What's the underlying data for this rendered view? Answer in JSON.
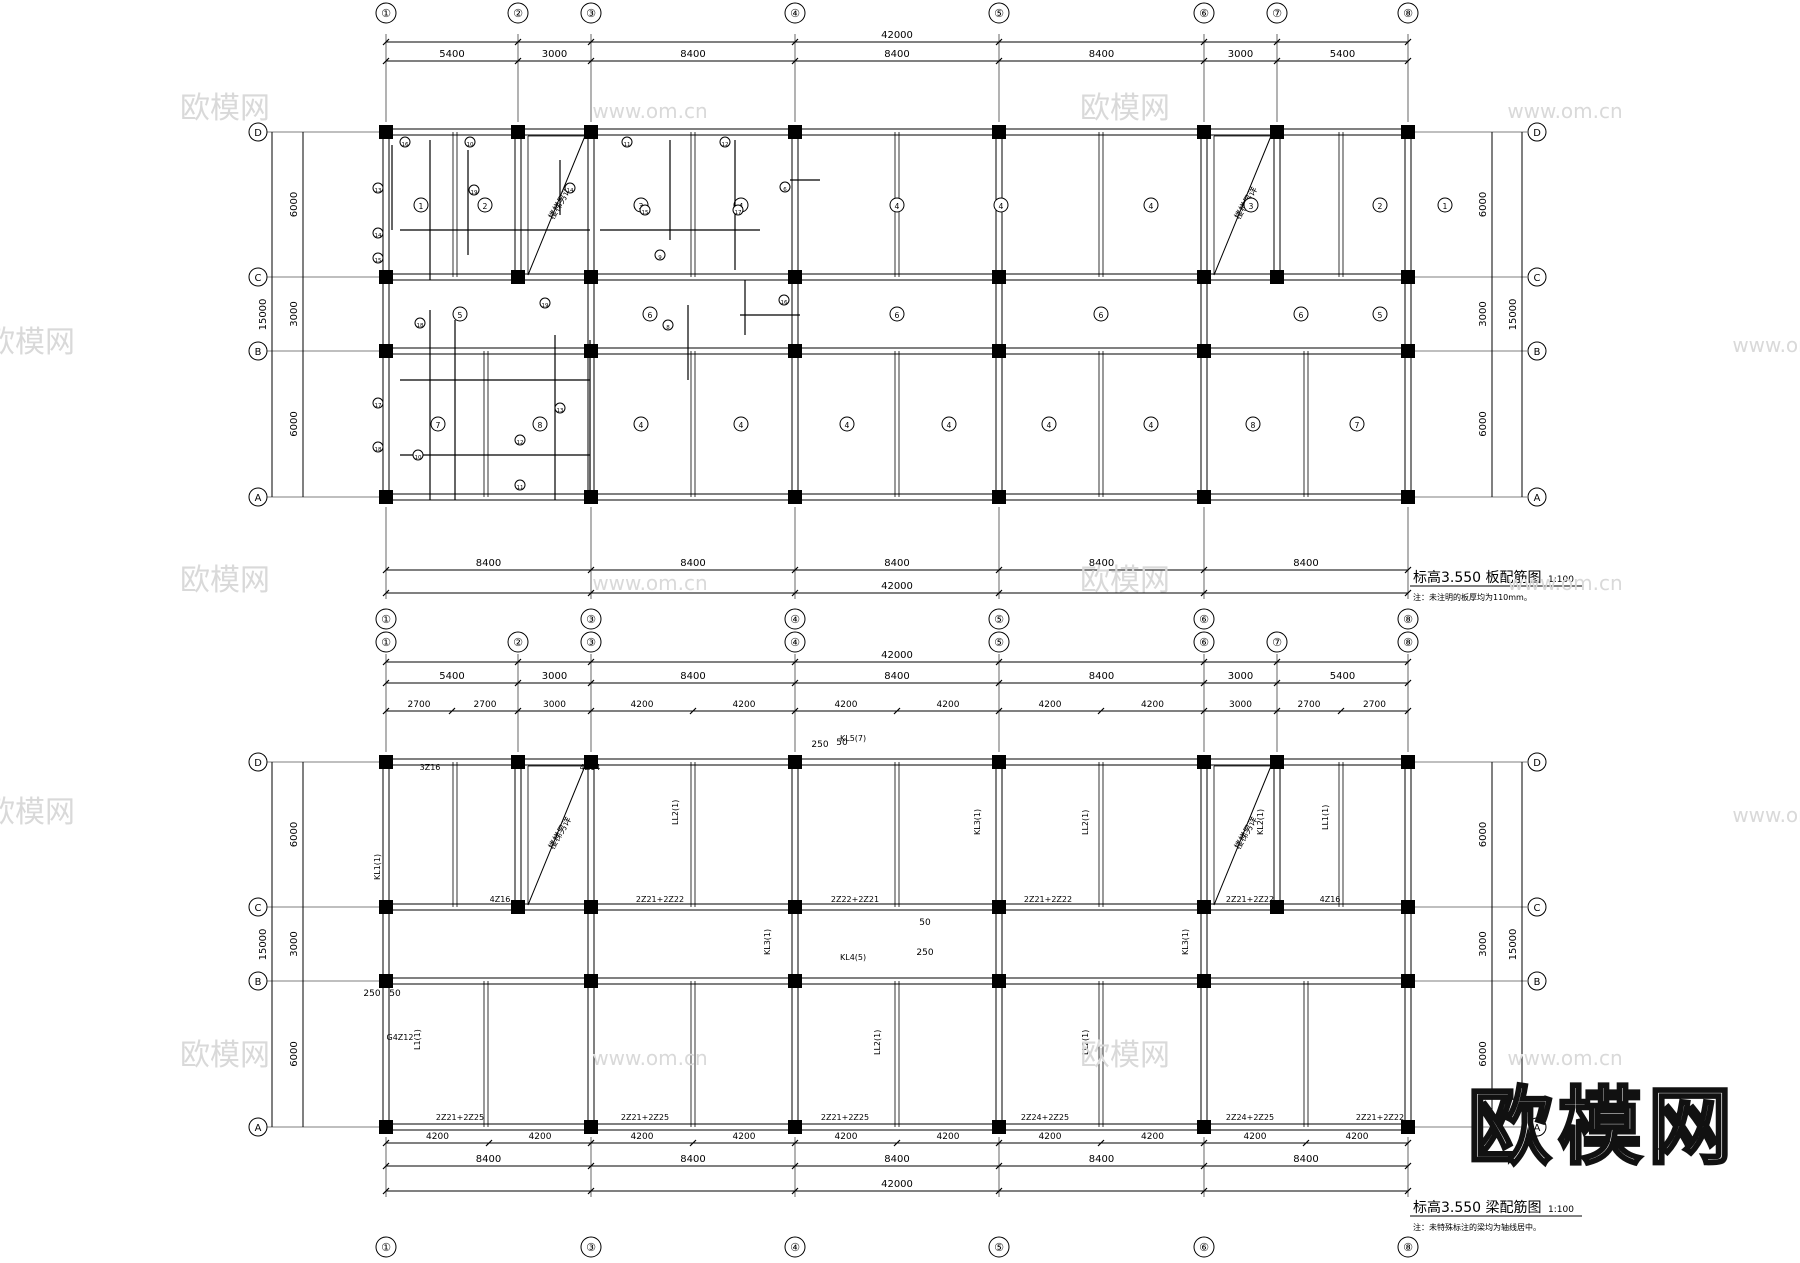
{
  "watermark": {
    "brand": "欧模网",
    "url": "www.om.cn",
    "corner_brand": "欧模网"
  },
  "grid": {
    "x_axes": [
      "①",
      "②",
      "③",
      "④",
      "⑤",
      "⑥",
      "⑦",
      "⑧"
    ],
    "y_axes": [
      "A",
      "B",
      "C",
      "D"
    ]
  },
  "plan1": {
    "title": "标高3.550  板配筋图",
    "scale": "1:100",
    "note": "注：未注明的板厚均为110mm。",
    "top_total": "42000",
    "top_dims": [
      "5400",
      "3000",
      "8400",
      "8400",
      "8400",
      "3000",
      "5400"
    ],
    "bottom_dims": [
      "8400",
      "8400",
      "8400",
      "8400",
      "8400"
    ],
    "bottom_total": "42000",
    "left_dims": [
      "6000",
      "3000",
      "6000"
    ],
    "left_total": "15000",
    "right_dims": [
      "6000",
      "3000",
      "6000"
    ],
    "right_total": "15000",
    "stair_label": "楼梯另详",
    "panel_numbers": {
      "row_cd": [
        "1",
        "2",
        "3",
        "4",
        "4",
        "4",
        "4",
        "3",
        "2",
        "1"
      ],
      "row_bc": [
        "5",
        "6",
        "6",
        "6",
        "6",
        "5"
      ],
      "row_ab": [
        "7",
        "8",
        "4",
        "4",
        "4",
        "4",
        "4",
        "4",
        "8",
        "7"
      ]
    },
    "rebar_labels": [
      "16",
      "10",
      "11",
      "12",
      "13",
      "14",
      "15",
      "17",
      "18",
      "19",
      "8",
      "9",
      "6"
    ]
  },
  "plan2": {
    "title": "标高3.550  梁配筋图",
    "scale": "1:100",
    "note": "注：未特殊标注的梁均为轴线居中。",
    "top_total": "42000",
    "top_dims": [
      "5400",
      "3000",
      "8400",
      "8400",
      "8400",
      "3000",
      "5400"
    ],
    "sub_dims": [
      "2700",
      "2700",
      "3000",
      "4200",
      "4200",
      "4200",
      "4200",
      "4200",
      "4200",
      "3000",
      "2700",
      "2700"
    ],
    "bottom_sub_dims": [
      "4200",
      "4200",
      "4200",
      "4200",
      "4200",
      "4200",
      "4200",
      "4200",
      "4200",
      "4200"
    ],
    "bottom_dims": [
      "8400",
      "8400",
      "8400",
      "8400",
      "8400"
    ],
    "bottom_total": "42000",
    "left_dims": [
      "6000",
      "3000",
      "6000"
    ],
    "left_total": "15000",
    "right_dims": [
      "6000",
      "3000",
      "6000"
    ],
    "right_total": "15000",
    "stair_label": "楼梯另详",
    "beam_labels": [
      "KL5(7)",
      "KL4(5)",
      "KL3(1)",
      "KL1(1)",
      "L1(1)",
      "LL2(1)",
      "LL1(1)",
      "KL2(1)"
    ],
    "offsets": [
      "250",
      "50",
      "250",
      "50",
      "250",
      "50"
    ],
    "reinforcement": [
      "2Z21+2Z22",
      "2Z21+2Z25",
      "2Z24+2Z25",
      "2Z22+2Z21",
      "4Z16",
      "G4Z12",
      "3Z16",
      "4Z14"
    ]
  }
}
